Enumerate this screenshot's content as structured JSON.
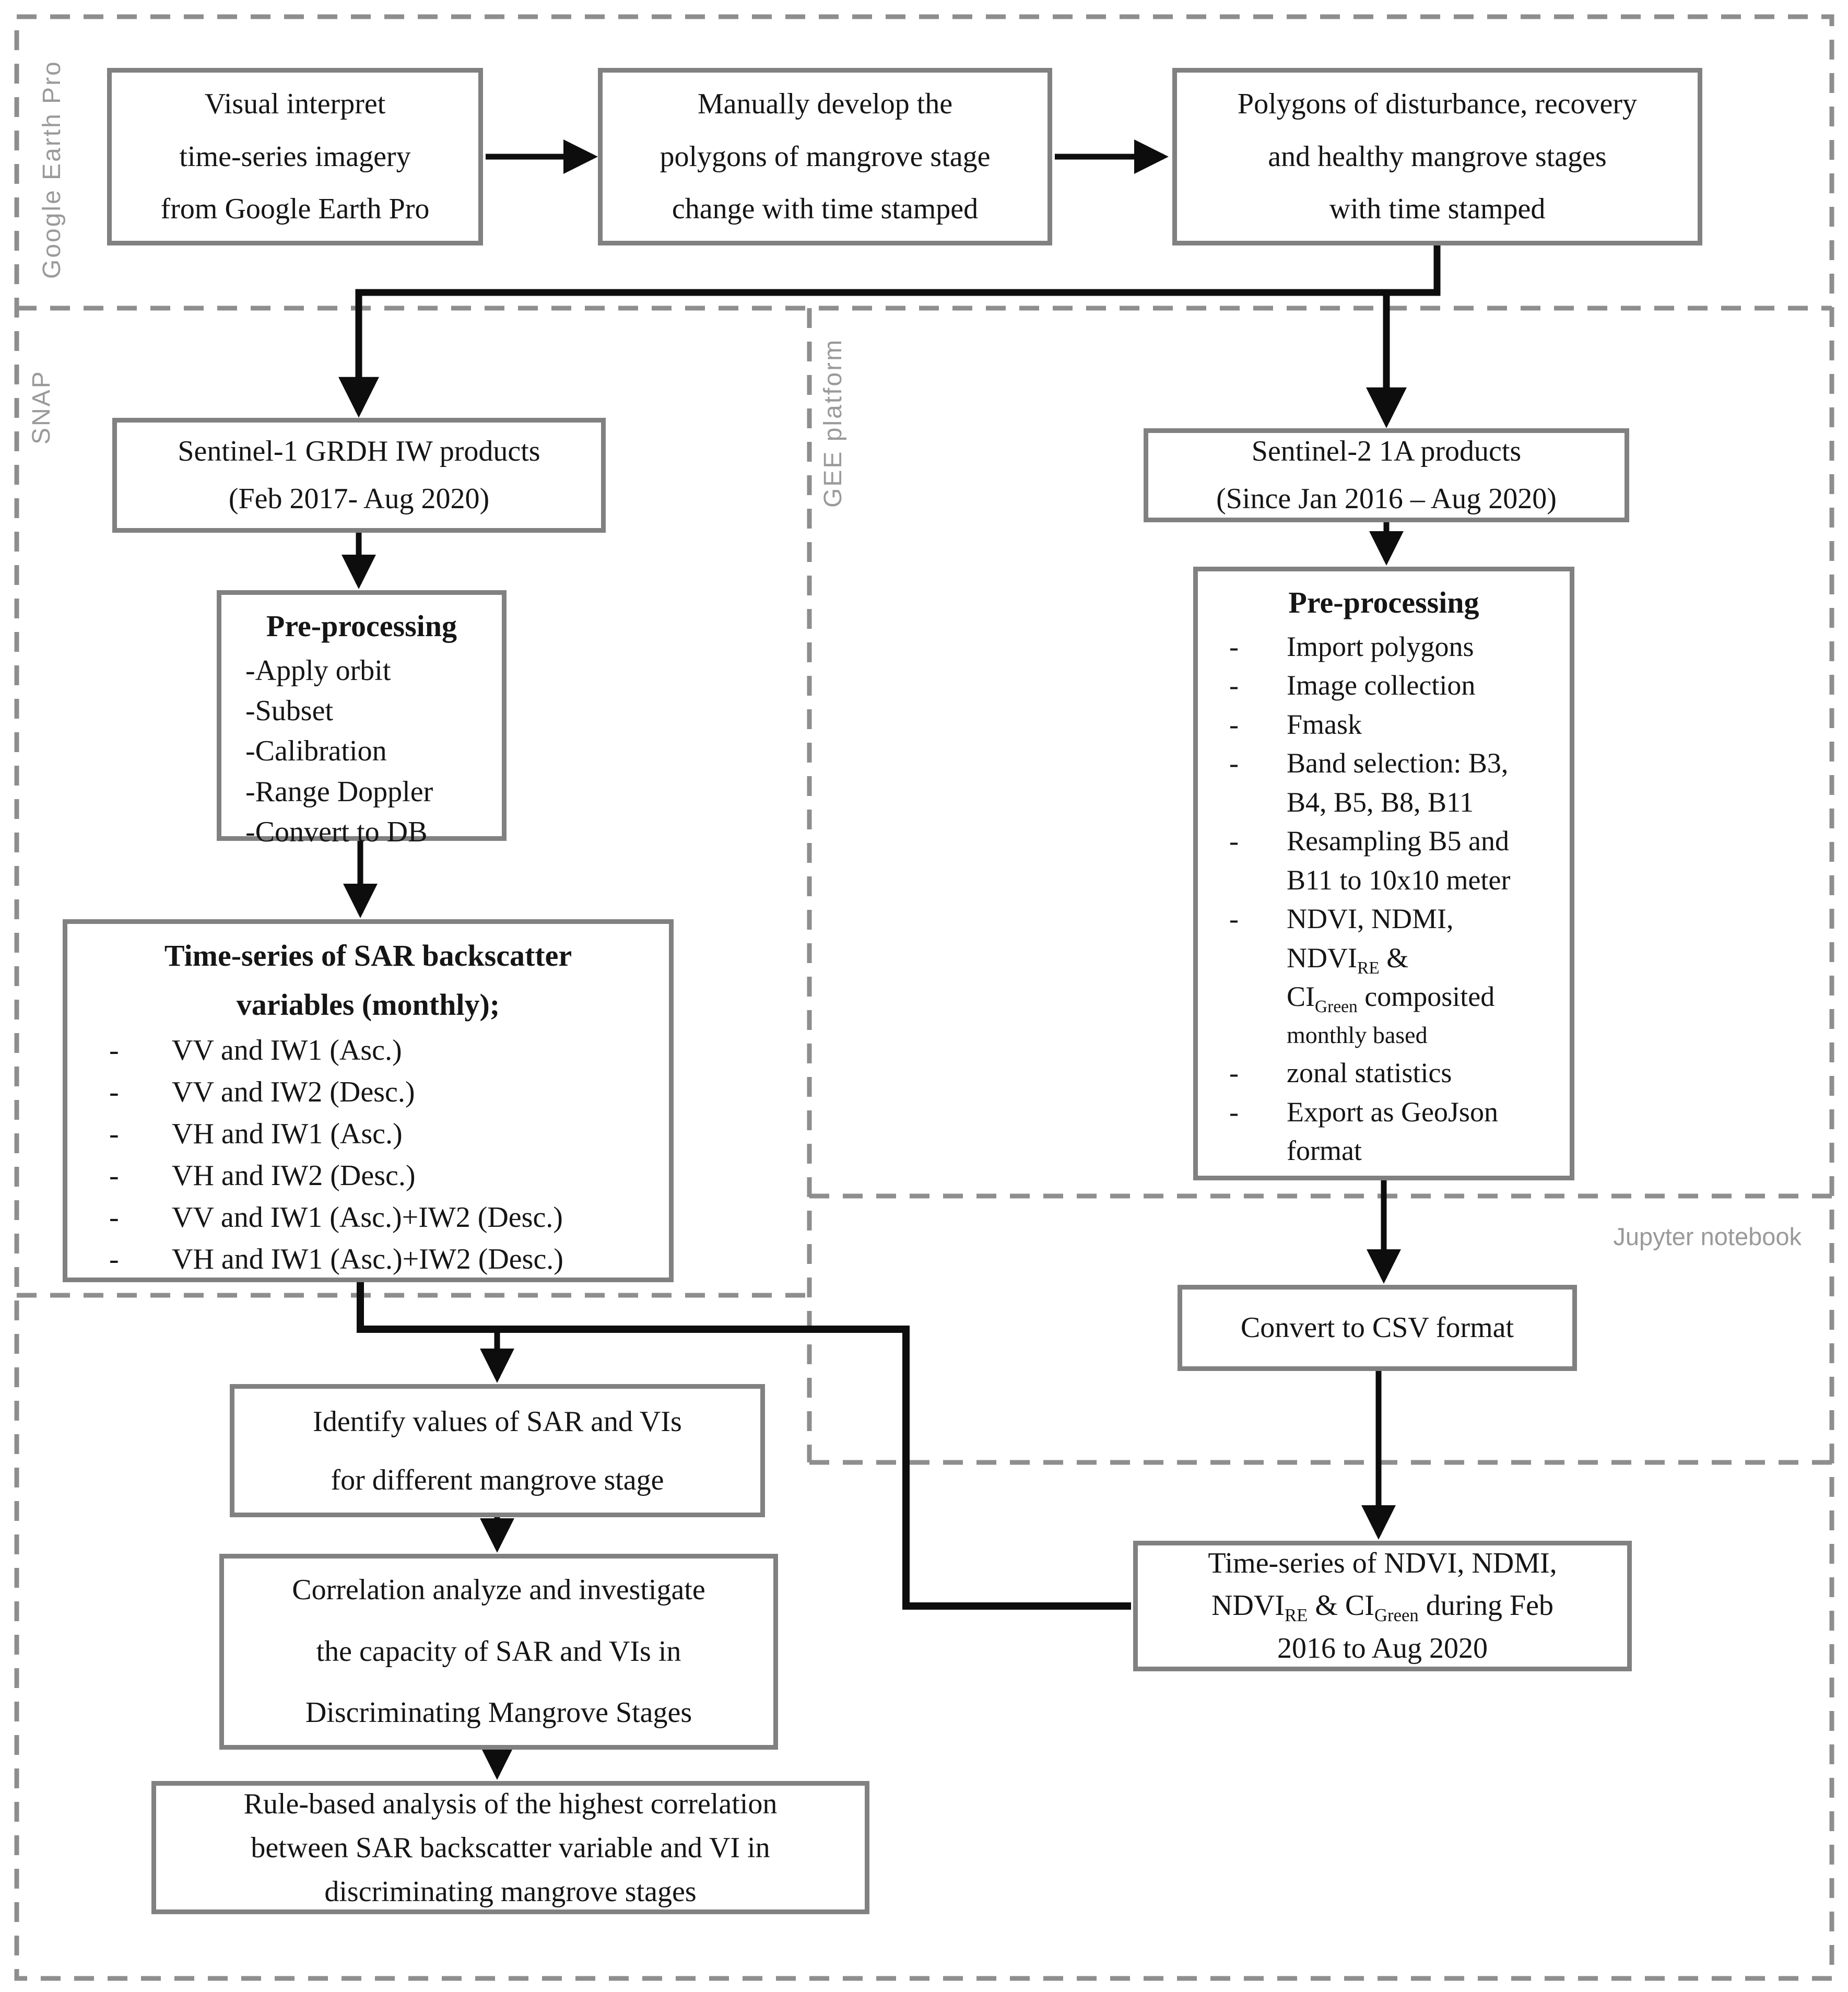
{
  "title": "Mangrove stage discrimination workflow diagram",
  "colors": {
    "box_border": "#818181",
    "connector_line": "#0d0d0d",
    "dashed_boundary": "#8e8e8e",
    "section_label": "#9a9a9a",
    "text": "#151515",
    "background": "#ffffff"
  },
  "sections": {
    "google_earth_pro": {
      "label": "Google Earth Pro"
    },
    "snap": {
      "label": "SNAP"
    },
    "gee": {
      "label": "GEE platform"
    },
    "jupyter": {
      "label": "Jupyter notebook"
    }
  },
  "boxes": {
    "visual_interpret": {
      "lines": [
        "Visual interpret",
        "time-series imagery",
        "from Google Earth Pro"
      ]
    },
    "manual_polygons": {
      "lines": [
        "Manually develop the",
        "polygons of mangrove stage",
        "change with time stamped"
      ]
    },
    "polygons_stages": {
      "lines": [
        "Polygons of disturbance, recovery",
        "and healthy mangrove stages",
        "with time stamped"
      ]
    },
    "sentinel1": {
      "lines": [
        "Sentinel-1  GRDH IW products",
        "(Feb 2017- Aug 2020)"
      ]
    },
    "sentinel2": {
      "lines": [
        "Sentinel-2  1A products",
        "(Since Jan 2016 – Aug 2020)"
      ]
    },
    "pre_snap": {
      "title": "Pre-processing",
      "items": [
        "-Apply orbit",
        "-Subset",
        "-Calibration",
        "-Range Doppler",
        "-Convert to DB"
      ]
    },
    "pre_gee": {
      "title": "Pre-processing",
      "lines": [
        {
          "b": "-",
          "t": "Import polygons"
        },
        {
          "b": "-",
          "t": "Image collection"
        },
        {
          "b": "-",
          "t": "Fmask"
        },
        {
          "b": "-",
          "t": "Band selection: B3,"
        },
        {
          "b": "",
          "t": "B4, B5, B8, B11"
        },
        {
          "b": "-",
          "t": "Resampling B5 and"
        },
        {
          "b": "",
          "t": "B11 to 10x10 meter"
        },
        {
          "b": "-",
          "t": "NDVI, NDMI,"
        },
        {
          "b": "",
          "t": "NDVI~RE~ &"
        },
        {
          "b": "",
          "t": "CI~Green~ composited"
        },
        {
          "b": "",
          "t": "monthly based"
        },
        {
          "b": "-",
          "t": "zonal statistics"
        },
        {
          "b": "-",
          "t": "Export as GeoJson"
        },
        {
          "b": "",
          "t": "format"
        }
      ]
    },
    "sar_series": {
      "title_lines": [
        "Time-series of SAR backscatter",
        "variables (monthly);"
      ],
      "items": [
        {
          "b": "-",
          "t": "VV and IW1 (Asc.)"
        },
        {
          "b": "-",
          "t": "VV and IW2 (Desc.)"
        },
        {
          "b": "-",
          "t": "VH and IW1 (Asc.)"
        },
        {
          "b": "-",
          "t": "VH and IW2 (Desc.)"
        },
        {
          "b": "-",
          "t": "VV and IW1 (Asc.)+IW2 (Desc.)"
        },
        {
          "b": "-",
          "t": "VH and IW1 (Asc.)+IW2 (Desc.)"
        }
      ]
    },
    "convert_csv": {
      "text": "Convert to CSV format"
    },
    "ndvi_series": {
      "lines": [
        "Time-series of NDVI, NDMI,",
        "NDVI~RE~ & CI~Green~ during Feb",
        "2016 to Aug 2020"
      ]
    },
    "identify": {
      "lines": [
        "Identify values of SAR and VIs",
        "for different mangrove stage"
      ]
    },
    "correlation": {
      "lines": [
        "Correlation analyze and investigate",
        "the capacity of SAR and VIs in",
        "Discriminating Mangrove Stages"
      ]
    },
    "rule_based": {
      "lines": [
        "Rule-based analysis of the highest correlation",
        "between SAR backscatter variable and VI in",
        "discriminating mangrove stages"
      ]
    }
  }
}
